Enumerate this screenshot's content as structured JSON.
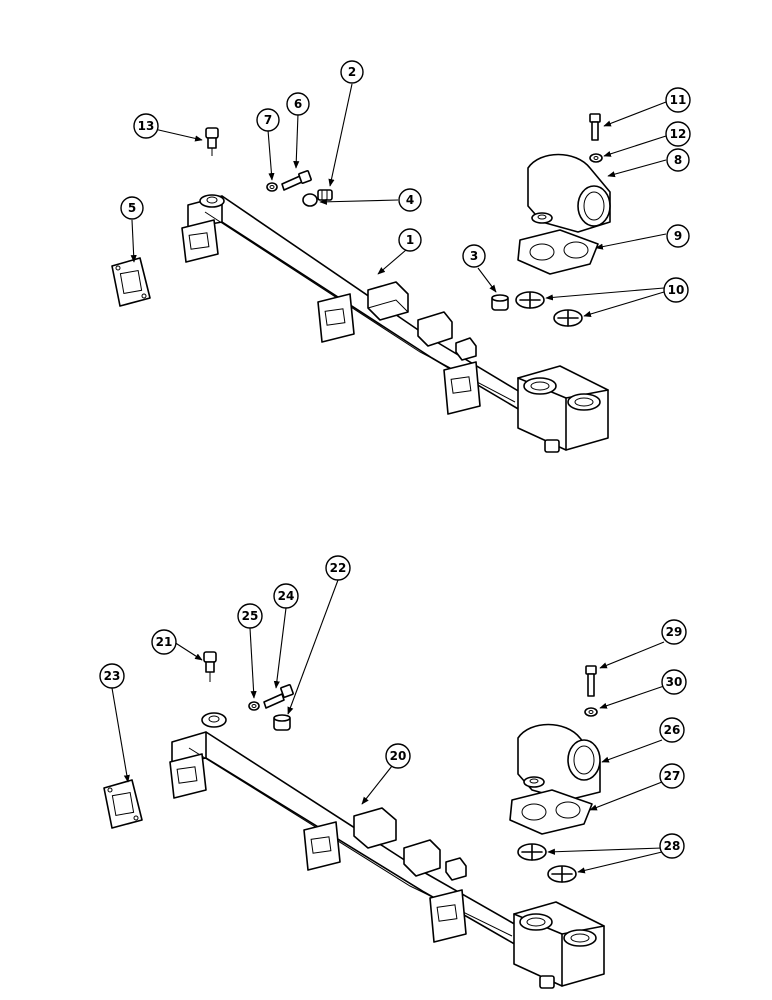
{
  "colors": {
    "ink": "#000000",
    "paper": "#ffffff"
  },
  "callouts": {
    "c1": "1",
    "c2": "2",
    "c3": "3",
    "c4": "4",
    "c5": "5",
    "c6": "6",
    "c7": "7",
    "c8": "8",
    "c9": "9",
    "c10": "10",
    "c11": "11",
    "c12": "12",
    "c13": "13",
    "c20": "20",
    "c21": "21",
    "c22": "22",
    "c23": "23",
    "c24": "24",
    "c25": "25",
    "c26": "26",
    "c27": "27",
    "c28": "28",
    "c29": "29",
    "c30": "30"
  }
}
